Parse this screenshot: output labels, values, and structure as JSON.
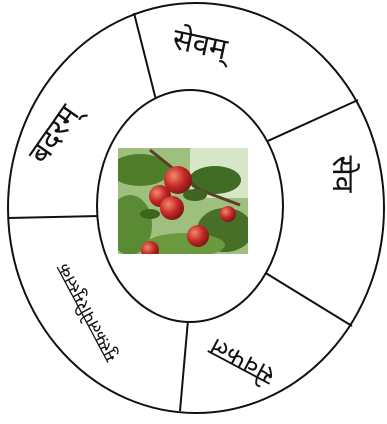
{
  "diagram": {
    "center_image": {
      "name": "apple-tree-photo",
      "description_shown": "red apples on a branch",
      "colors": {
        "apple": "#c62828",
        "leaf": "#4f7d2a",
        "sky": "#cfe0c0"
      }
    },
    "segments": [
      {
        "label": "सेवम्"
      },
      {
        "label": "सेव"
      },
      {
        "label": "सेवफल"
      },
      {
        "label": "मुस्फ़लपेरिमुस्तक"
      },
      {
        "label": "बदरम्"
      }
    ]
  }
}
